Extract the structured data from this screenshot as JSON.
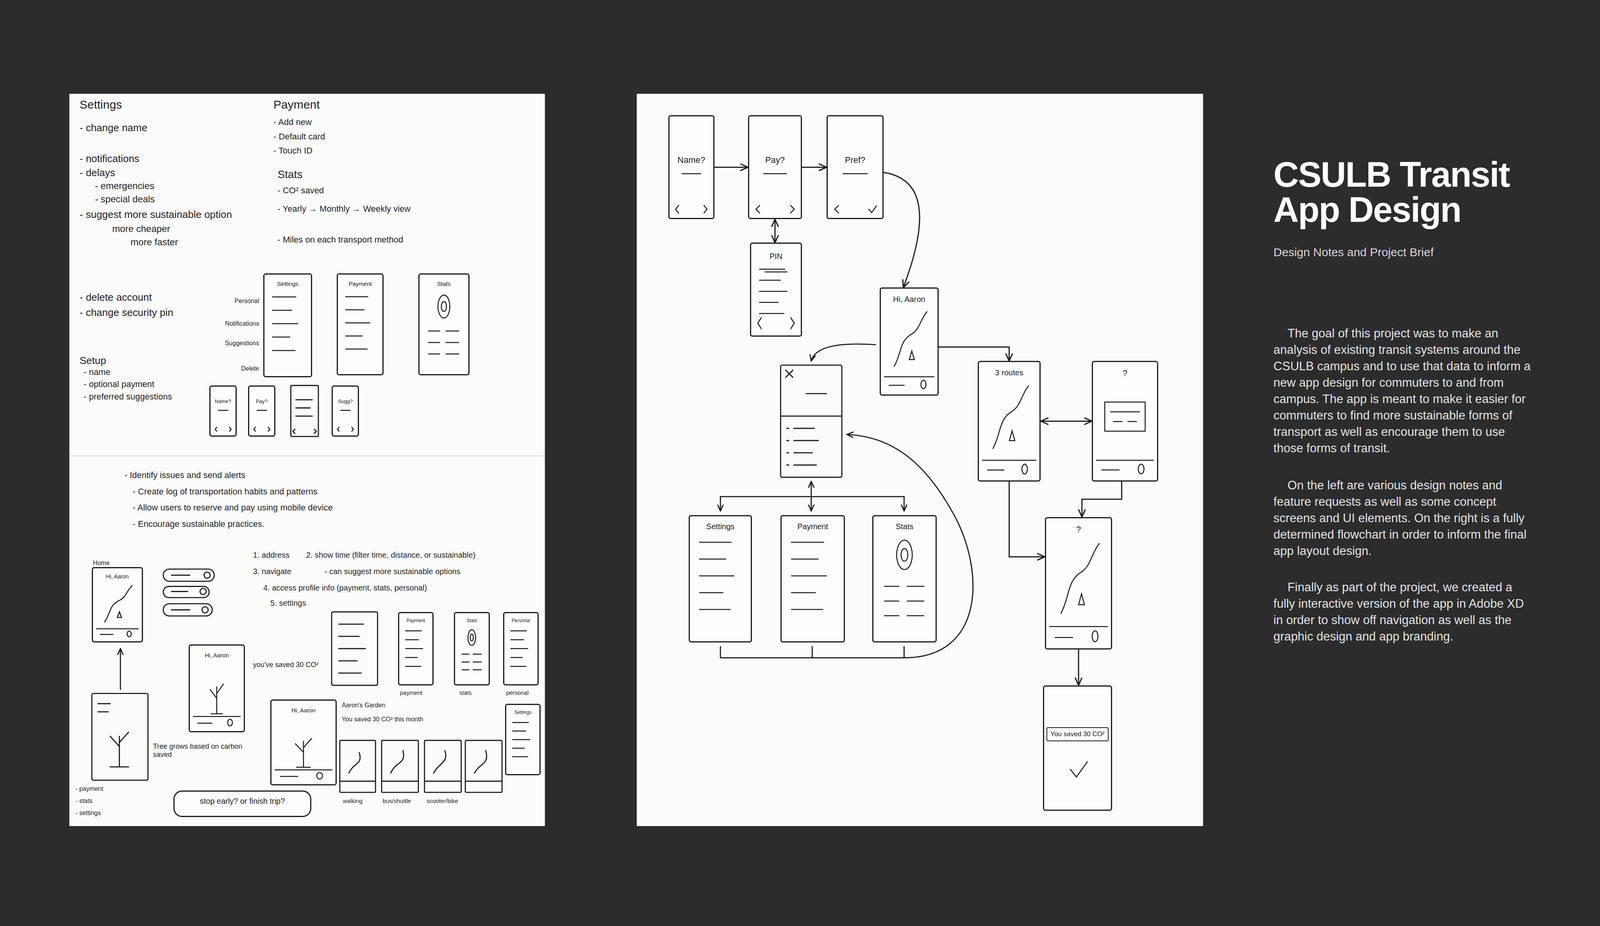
{
  "diagram": {
    "title": "CSULB Transit App Design",
    "nodes": [
      {
        "text": [
          "Settings"
        ]
      },
      {
        "text": [
          "Payment"
        ]
      },
      {
        "text": [
          "Stats"
        ]
      },
      {
        "text": [
          "Name?"
        ]
      },
      {
        "text": [
          "Pay?"
        ]
      },
      {
        "text": [
          "Sugg?"
        ]
      },
      {
        "text": [
          "Home",
          "Hi, Aaron"
        ]
      },
      {
        "text": [
          "Hi, Aaron"
        ]
      },
      {
        "text": [
          "Hi, Aaron"
        ]
      },
      {
        "text": [
          "Payment"
        ]
      },
      {
        "text": [
          "Stats"
        ]
      },
      {
        "text": [
          "Personal"
        ]
      },
      {
        "text": [
          "Settings"
        ]
      },
      {
        "text": [
          "stop early? or finish trip?"
        ]
      },
      {
        "text": [
          "Name?"
        ]
      },
      {
        "text": [
          "Pay?"
        ]
      },
      {
        "text": [
          "Pref?"
        ]
      },
      {
        "text": [
          "PIN"
        ]
      },
      {
        "text": [
          "Hi, Aaron"
        ]
      },
      {
        "text": [
          "3 routes"
        ]
      },
      {
        "text": [
          "?"
        ]
      },
      {
        "text": [
          "Settings"
        ]
      },
      {
        "text": [
          "Payment"
        ]
      },
      {
        "text": [
          "Stats"
        ]
      },
      {
        "text": [
          "?"
        ]
      },
      {
        "text": [
          "You saved 30 CO²"
        ]
      }
    ],
    "edges": [
      {
        "from": 14,
        "to": 15,
        "arrow": "to"
      },
      {
        "from": 15,
        "to": 16,
        "arrow": "to"
      },
      {
        "from": 15,
        "to": 17,
        "arrow": "both"
      },
      {
        "from": 16,
        "to": 18,
        "arrow": "to"
      },
      {
        "from": 18,
        "to": 19,
        "arrow": "to"
      },
      {
        "from": 19,
        "to": 20,
        "arrow": "both"
      },
      {
        "from": 20,
        "to": 24,
        "arrow": "to"
      },
      {
        "from": 19,
        "to": 24,
        "arrow": "to"
      },
      {
        "from": 24,
        "to": 25,
        "arrow": "to"
      }
    ],
    "labels": [
      "Settings",
      "- change name",
      "- notifications",
      "- delays",
      "- emergencies",
      "- special deals",
      "- suggest more sustainable option",
      "more cheaper",
      "more faster",
      "- delete account",
      "- change security pin",
      "Setup",
      "- name",
      "- optional payment",
      "- preferred suggestions",
      "Payment",
      "- Add new",
      "- Default card",
      "- Touch ID",
      "Stats",
      "- CO² saved",
      "- Yearly → Monthly → Weekly view",
      "- Miles on each transport method",
      "Personal",
      "Notifications",
      "Suggestions",
      "Delete",
      "- Identify issues and send alerts",
      "- Create log of transportation habits and patterns",
      "- Allow users to reserve and pay using mobile device",
      "- Encourage sustainable practices.",
      "1. address",
      "2. show time (filter time, distance, or sustainable)",
      "3. navigate",
      "- can suggest more sustainable options",
      "4. access profile info (payment, stats, personal)",
      "5. settings",
      "you've saved 30 CO²",
      "Tree grows based on carbon saved",
      "Aaron's Garden",
      "You saved 30 CO² this month",
      "payment",
      "stats",
      "personal",
      "walking",
      "bus/shuttle",
      "scooter/bike",
      "- payment",
      "- stats",
      "- settings",
      "Design Notes and Project Brief",
      "The goal of this project was to make an analysis of existing transit systems around the CSULB campus and to use that data to inform a new app design for commuters to and from campus. The app is meant to make it easier for commuters to find more sustainable forms of transport as well as encourage them to use those forms of transit.",
      "On the left are various design notes and feature requests as well as some concept screens and UI elements. On the right is a fully determined flowchart in order to inform the final app layout design.",
      "Finally as part of the project, we created a fully interactive version of the app in Adobe XD in order to show off navigation as well as the graphic design and app branding."
    ]
  }
}
